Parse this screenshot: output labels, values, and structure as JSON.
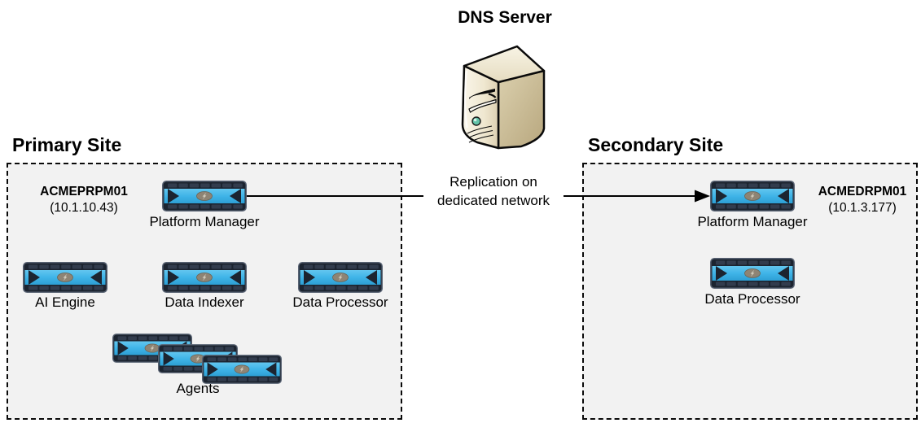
{
  "dns": {
    "label": "DNS Server"
  },
  "replication": {
    "line1": "Replication on",
    "line2": "dedicated network"
  },
  "primary": {
    "title": "Primary Site",
    "platform_manager": {
      "hostname": "ACMEPRPM01",
      "ip": "(10.1.10.43)",
      "label": "Platform Manager"
    },
    "nodes": [
      {
        "label": "AI Engine"
      },
      {
        "label": "Data Indexer"
      },
      {
        "label": "Data Processor"
      }
    ],
    "agents_label": "Agents"
  },
  "secondary": {
    "title": "Secondary Site",
    "platform_manager": {
      "hostname": "ACMEDRPM01",
      "ip": "(10.1.3.177)",
      "label": "Platform Manager"
    },
    "data_processor_label": "Data Processor"
  },
  "colors": {
    "appliance_blue": "#3fb4e8",
    "appliance_dark": "#1c2430",
    "site_box_bg": "#f2f2f2",
    "server_tan": "#d9cdab",
    "arrow": "#000000",
    "text": "#000000"
  }
}
